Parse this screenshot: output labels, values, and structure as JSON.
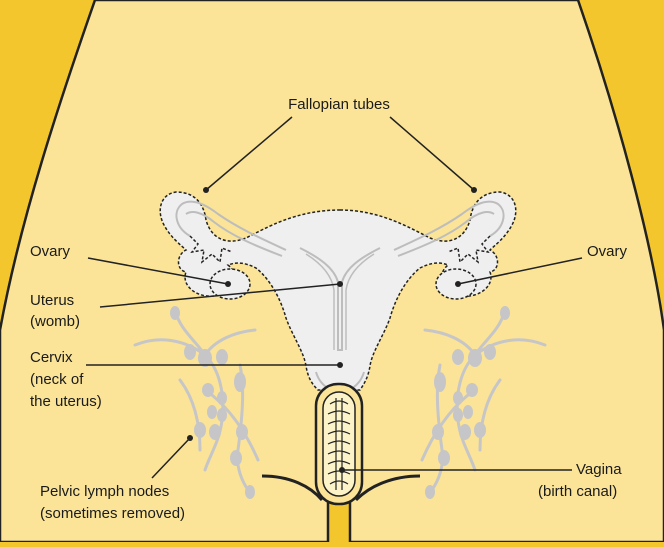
{
  "colors": {
    "background": "#f4c62e",
    "body": "#fbe497",
    "organ": "#efefef",
    "lymph": "#c6c6c8",
    "outline": "#222222"
  },
  "labels": {
    "fallopian_tubes": "Fallopian tubes",
    "ovary_left": "Ovary",
    "ovary_right": "Ovary",
    "uterus_line1": "Uterus",
    "uterus_line2": "(womb)",
    "cervix_line1": "Cervix",
    "cervix_line2": "(neck of",
    "cervix_line3": "the uterus)",
    "lymph_line1": "Pelvic lymph nodes",
    "lymph_line2": "(sometimes removed)",
    "vagina_line1": "Vagina",
    "vagina_line2": "(birth canal)"
  }
}
